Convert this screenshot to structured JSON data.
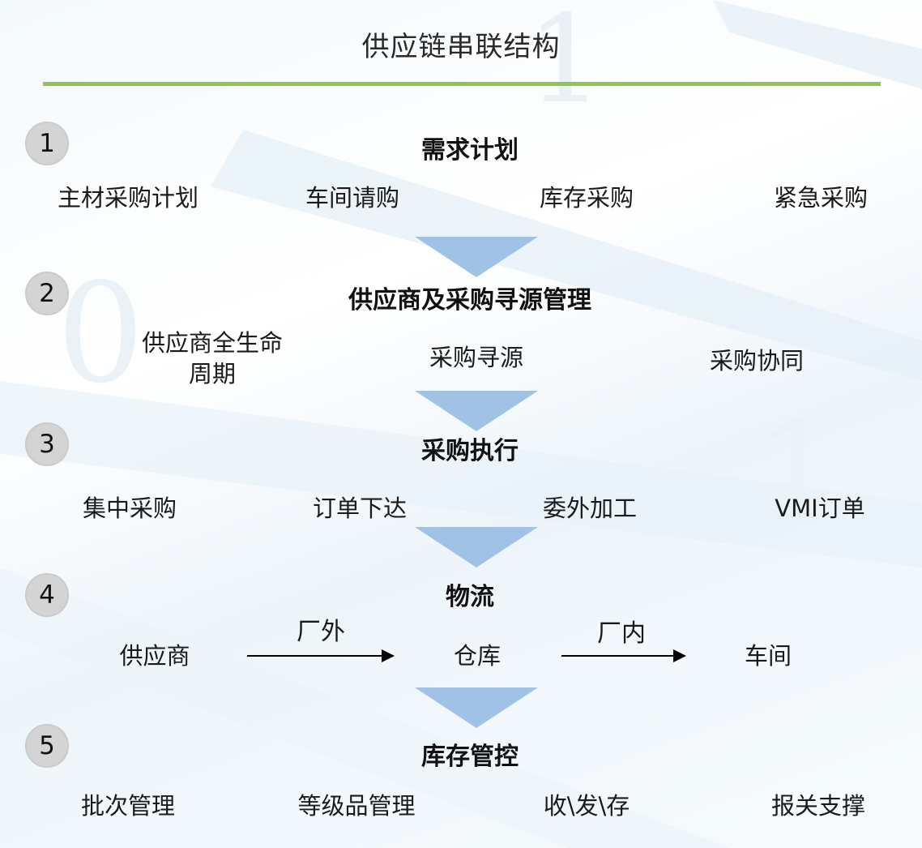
{
  "title": "供应链串联结构",
  "colors": {
    "accent_rule": "#8ec654",
    "step_arrow": "#9fc2e5",
    "number_badge": "#d4d4d4"
  },
  "stages": [
    {
      "number": "1",
      "title": "需求计划",
      "items": [
        "主材采购计划",
        "车间请购",
        "库存采购",
        "紧急采购"
      ]
    },
    {
      "number": "2",
      "title": "供应商及采购寻源管理",
      "items": [
        "供应商全生命\n周期",
        "采购寻源",
        "采购协同"
      ]
    },
    {
      "number": "3",
      "title": "采购执行",
      "items": [
        "集中采购",
        "订单下达",
        "委外加工",
        "VMI订单"
      ]
    },
    {
      "number": "4",
      "title": "物流",
      "flow": {
        "nodes": [
          "供应商",
          "仓库",
          "车间"
        ],
        "links": [
          {
            "label": "厂外"
          },
          {
            "label": "厂内"
          }
        ]
      }
    },
    {
      "number": "5",
      "title": "库存管控",
      "items": [
        "批次管理",
        "等级品管理",
        "收\\发\\存",
        "报关支撑"
      ]
    }
  ]
}
